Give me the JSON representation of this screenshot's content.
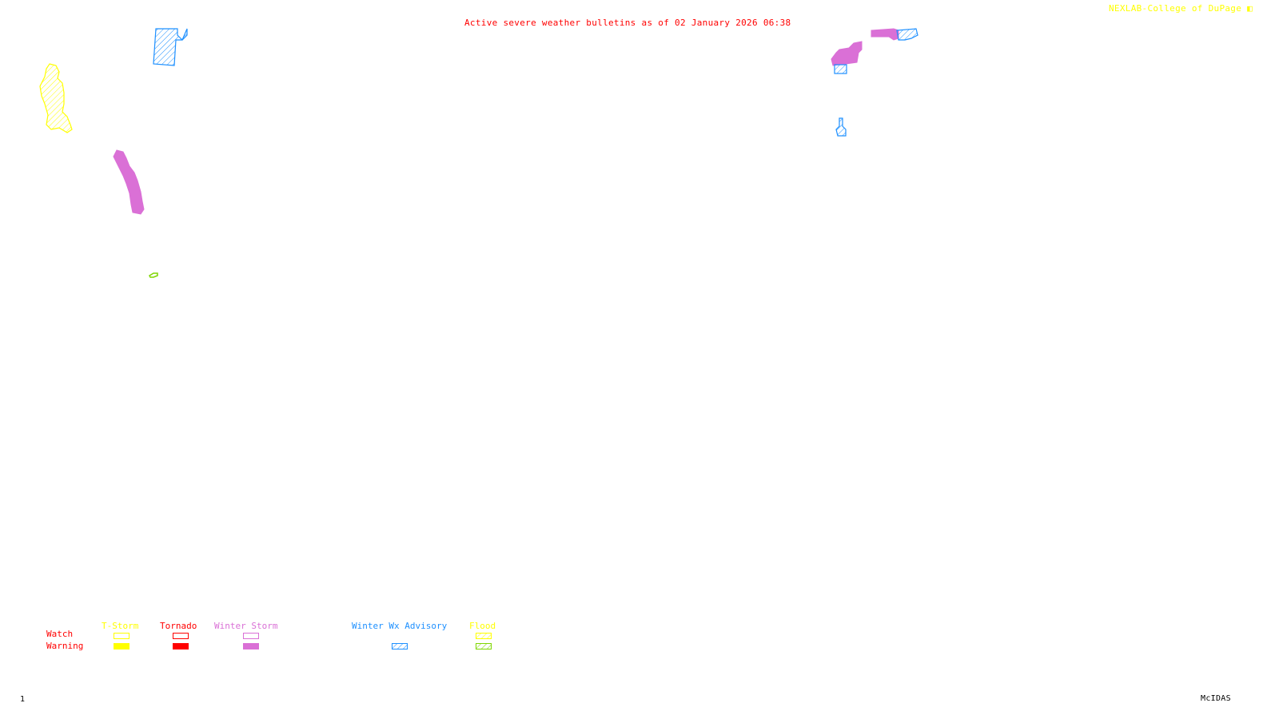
{
  "header": {
    "title": "Active severe weather bulletins as of 02 January 2026 06:38",
    "credit": "NEXLAB-College of DuPage"
  },
  "colors": {
    "title": "#ff0000",
    "credit": "#ffff00",
    "tstorm": "#ffff00",
    "tornado": "#ff0000",
    "winter_storm": "#da70d6",
    "winter_wx_advisory": "#1e90ff",
    "flood_watch": "#ffff00",
    "flood_warning": "#7fd600"
  },
  "legend": {
    "row_labels": {
      "watch": "Watch",
      "warning": "Warning"
    },
    "categories": [
      {
        "key": "tstorm",
        "label": "T-Storm",
        "watch_style": "outline",
        "warning_style": "solid"
      },
      {
        "key": "tornado",
        "label": "Tornado",
        "watch_style": "outline",
        "warning_style": "solid"
      },
      {
        "key": "winter_storm",
        "label": "Winter Storm",
        "watch_style": "outline",
        "warning_style": "solid"
      },
      {
        "key": "winter_wx_advisory",
        "label": "Winter Wx Advisory",
        "watch_style": "none",
        "warning_style": "hatched"
      },
      {
        "key": "flood",
        "label": "Flood",
        "watch_style": "hatched",
        "warning_style": "hatched"
      }
    ]
  },
  "bulletins": [
    {
      "type": "Winter Storm Warning",
      "region": "west-coast-band"
    },
    {
      "type": "Winter Weather Advisory",
      "region": "northwest"
    },
    {
      "type": "Flood Watch",
      "region": "far-west"
    },
    {
      "type": "Flood Warning",
      "region": "southwest-small"
    },
    {
      "type": "Winter Storm Warning",
      "region": "great-lakes-east"
    },
    {
      "type": "Winter Storm Warning",
      "region": "northeast-lakes"
    },
    {
      "type": "Winter Weather Advisory",
      "region": "northeast"
    },
    {
      "type": "Winter Weather Advisory",
      "region": "great-lakes-south"
    },
    {
      "type": "Winter Weather Advisory",
      "region": "appalachians"
    }
  ],
  "footer": {
    "frame_number": "1",
    "software": "McIDAS"
  }
}
